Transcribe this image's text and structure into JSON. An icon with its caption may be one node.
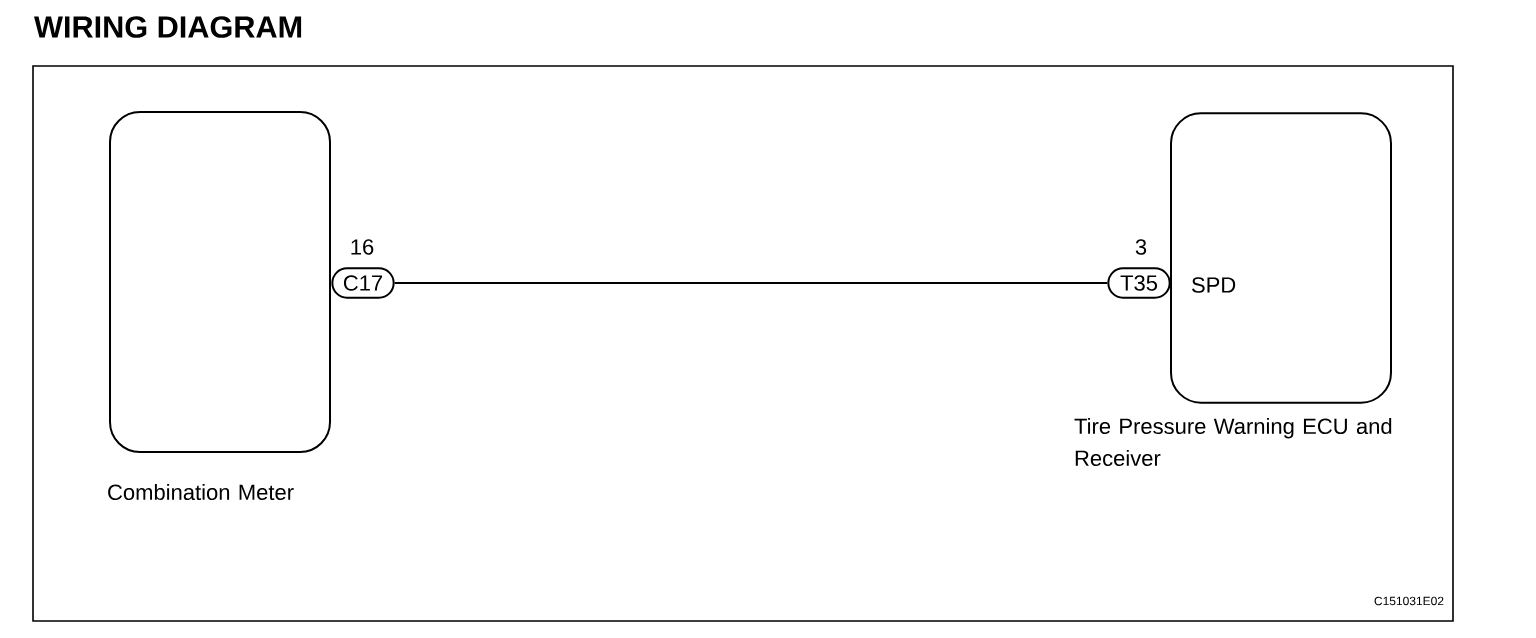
{
  "diagram": {
    "title": "WIRING DIAGRAM",
    "nodes": [
      {
        "text": [
          "Combination Meter"
        ]
      },
      {
        "text": [
          "Tire Pressure Warning ECU and Receiver"
        ]
      },
      {
        "text": [
          "C17"
        ],
        "beside": [
          "16"
        ]
      },
      {
        "text": [
          "T35"
        ],
        "beside": [
          "3"
        ]
      }
    ],
    "edges": [
      {
        "from": 2,
        "to": 3,
        "arrow": "none"
      }
    ],
    "labels": [
      "SPD",
      "C151031E02"
    ]
  }
}
